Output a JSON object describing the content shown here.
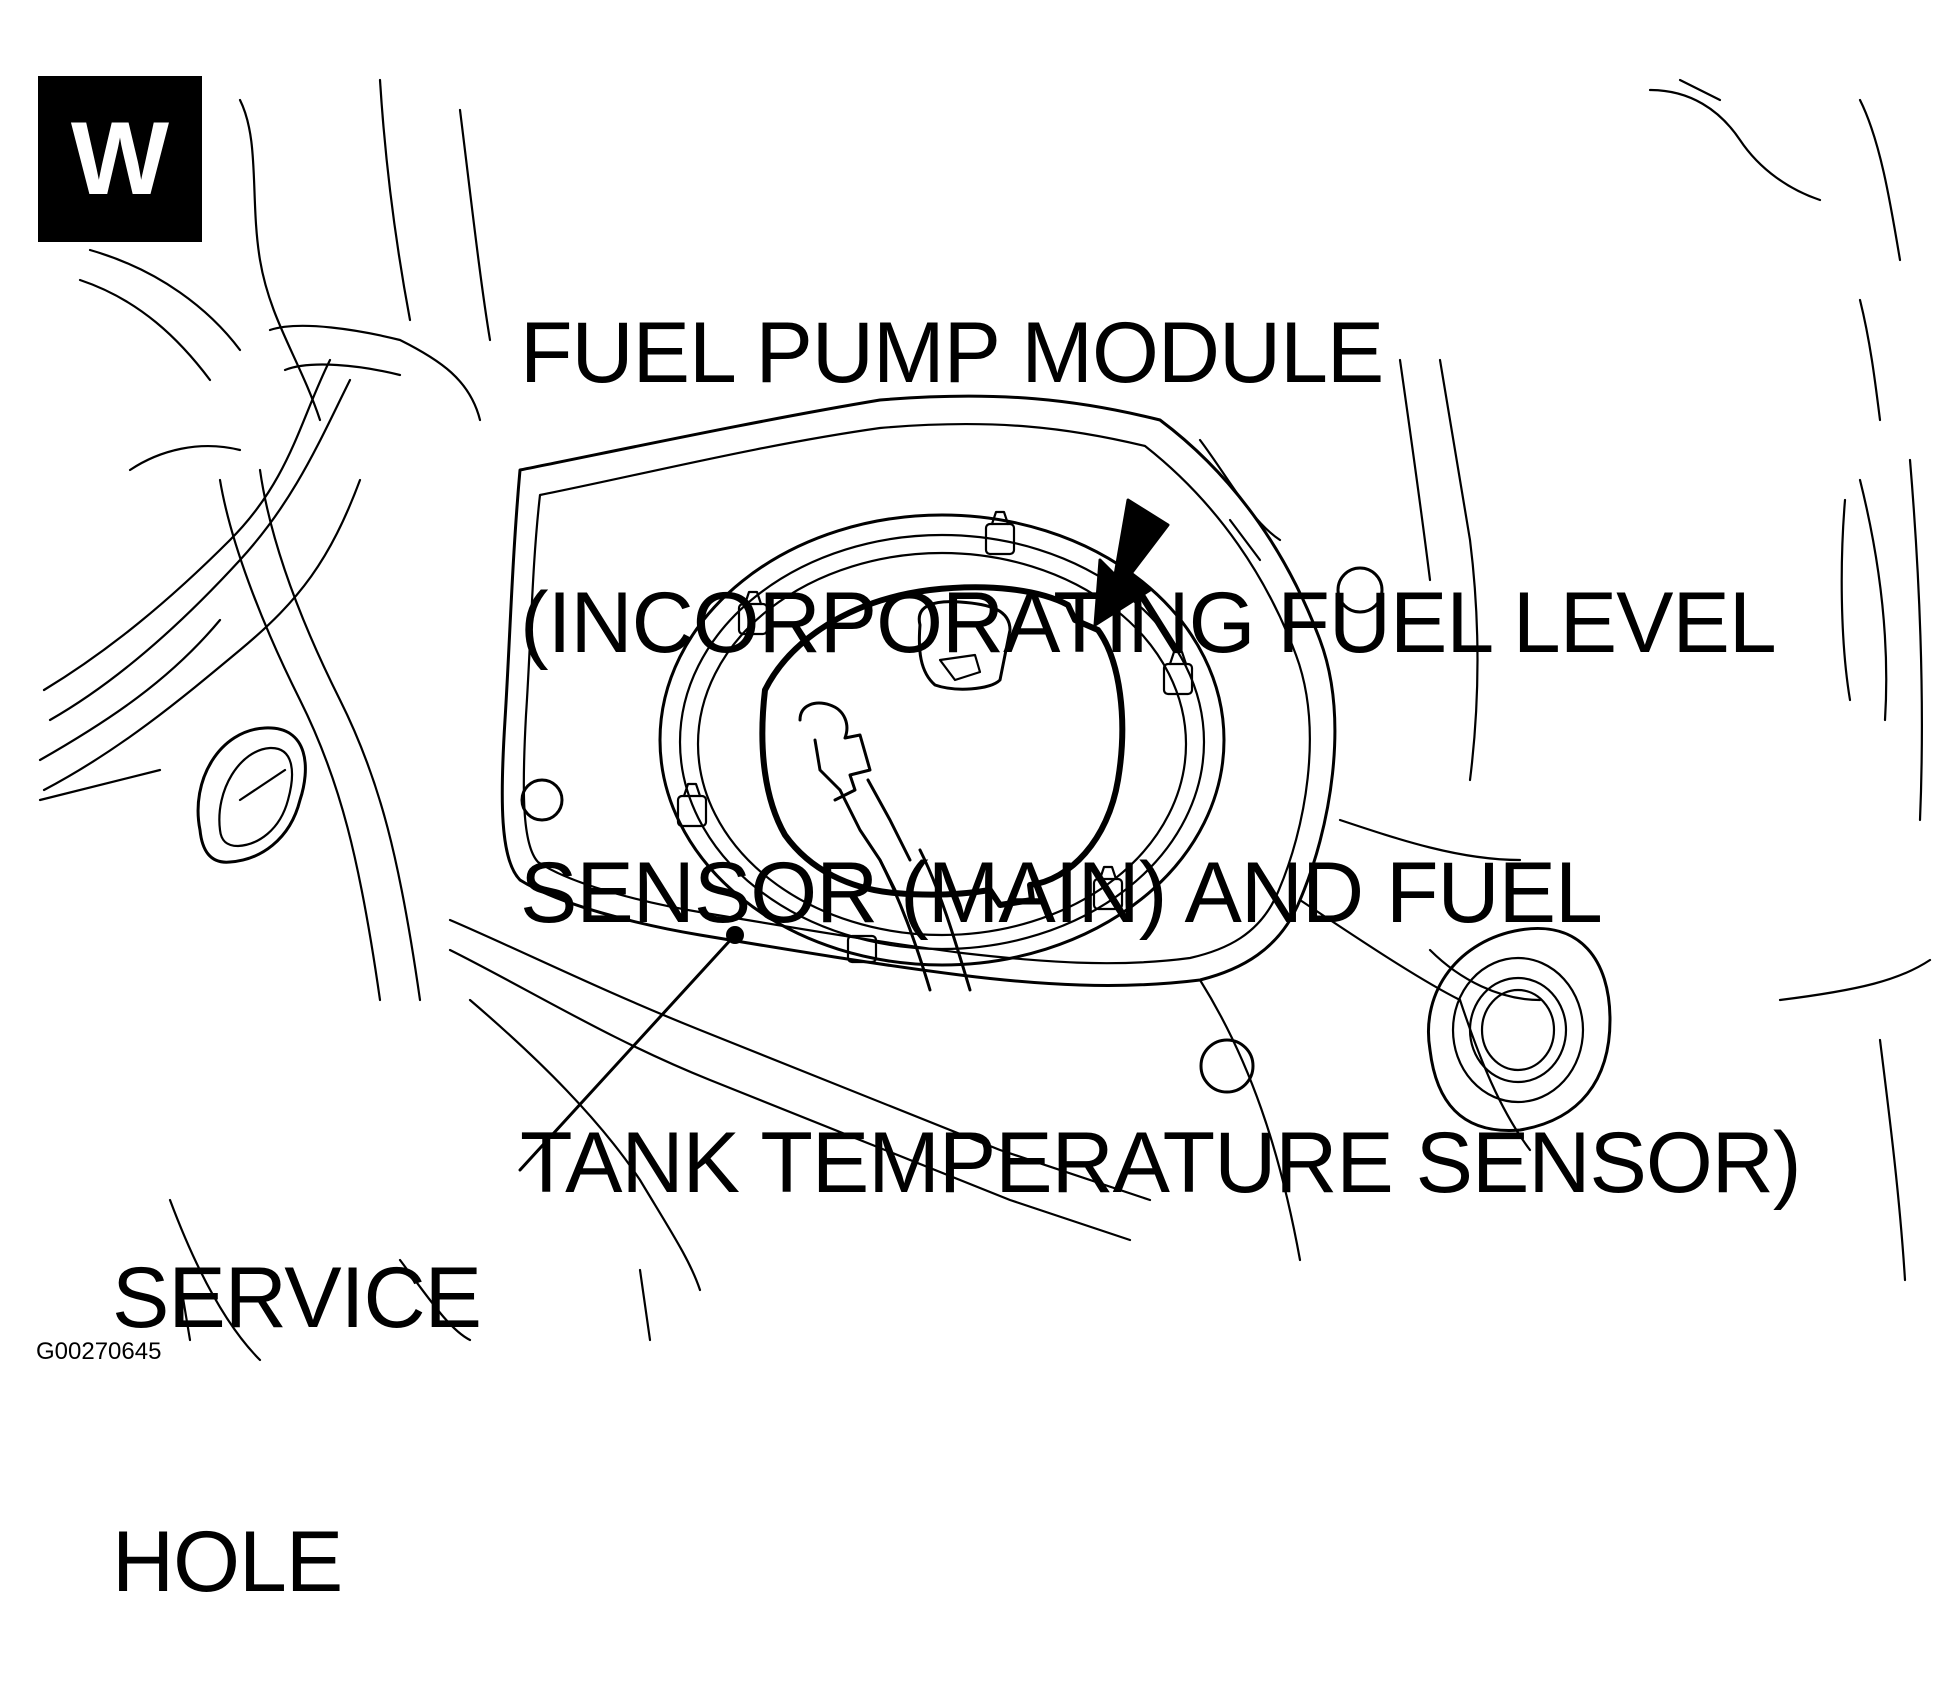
{
  "badge": {
    "letter": "W"
  },
  "callouts": {
    "fuel_pump_module": {
      "lines": [
        "FUEL PUMP MODULE",
        "(INCORPORATING FUEL LEVEL",
        "SENSOR (MAIN) AND FUEL",
        "TANK TEMPERATURE SENSOR)"
      ]
    },
    "service_hole": {
      "lines": [
        "SERVICE",
        "HOLE"
      ]
    }
  },
  "figure_code": "G00270645",
  "colors": {
    "ink": "#000000",
    "paper": "#ffffff"
  }
}
